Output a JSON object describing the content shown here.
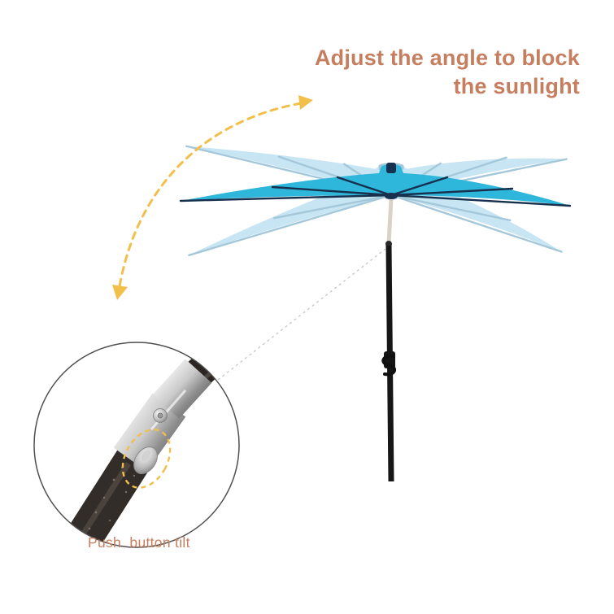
{
  "title": {
    "line1": "Adjust the angle to block",
    "line2": "the sunlight"
  },
  "detail_callout": {
    "caption": "Push  button tilt"
  },
  "icons": [
    "tilt-arc-arrow-icon",
    "arrowhead-up-icon",
    "arrowhead-down-icon",
    "push-button-highlight-icon"
  ],
  "colors": {
    "accent": "#c77e5f",
    "arrow-yellow": "#f1bf4a",
    "canopy-main": "#2eb6db",
    "canopy-rib": "#17304d",
    "ghost-fill": "#c7e5f2",
    "ghost-rib": "#a4c8da",
    "pole": "#161616",
    "detail-pole": "#332d2a",
    "silver-light": "#f0f0f0",
    "silver-dark": "#6f6f6f"
  }
}
